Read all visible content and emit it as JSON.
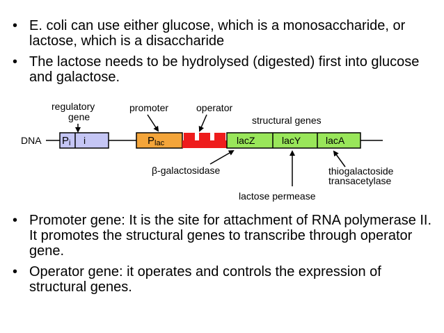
{
  "bullets_top": [
    {
      "text": "E. coli can use either glucose, which is a monosaccharide, or lactose, which is a disaccharide"
    },
    {
      "text": "The lactose needs to be hydrolysed (digested) first into glucose and galactose."
    }
  ],
  "bullet_symbol": "•",
  "diagram": {
    "dna_label": "DNA",
    "regulatory_gene_line1": "regulatory",
    "regulatory_gene_line2": "gene",
    "promoter_label": "promoter",
    "operator_label": "operator",
    "structural_genes_label": "structural genes",
    "pi_main": "P",
    "pi_sub": "i",
    "i_label": "i",
    "plac_main": "P",
    "plac_sub": "lac",
    "lacz": "lacZ",
    "lacy": "lacY",
    "laca": "lacA",
    "beta_gal": "β-galactosidase",
    "permease": "lactose permease",
    "thiogal_line1": "thiogalactoside",
    "thiogal_line2": "transacetylase",
    "colors": {
      "regulatory_box": "#c5c6f5",
      "promoter_box": "#f4a53a",
      "operator": "#ee1c1c",
      "structural_box": "#99e65a",
      "outline": "#000000"
    }
  },
  "bullets_bottom": [
    {
      "text": "Promoter gene: It is the site for attachment of RNA polymerase II. It promotes the structural genes to transcribe through operator gene."
    },
    {
      "text": "Operator gene: it operates and controls the expression of structural genes."
    }
  ]
}
